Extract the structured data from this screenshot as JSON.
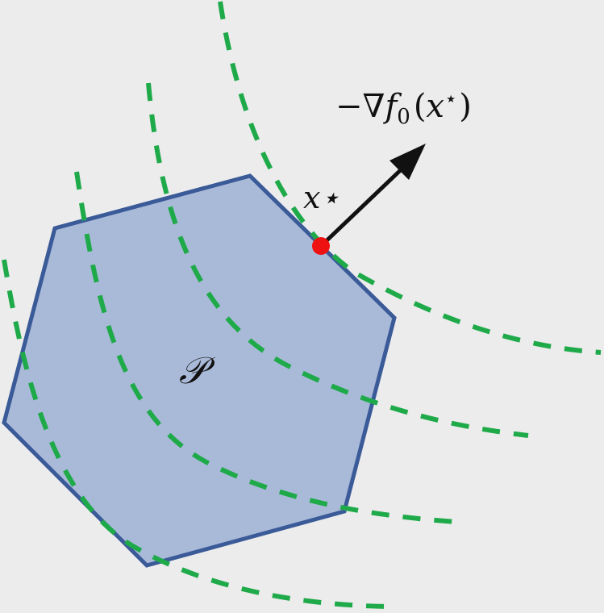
{
  "diagram": {
    "region_label": "𝒫",
    "point_label": "x⋆",
    "arrow_label": {
      "sign_nabla": "−∇",
      "f": "f",
      "subscript": "0",
      "open": "(",
      "x": "x",
      "star": "⋆",
      "close": ")"
    },
    "colors": {
      "background": "#ececec",
      "polygon_fill": "#a9bad9",
      "polygon_stroke": "#3a5a98",
      "level_curve": "#1faa4a",
      "optimal_point": "#ee1111",
      "arrow": "#111111"
    },
    "level_curve_count": 4
  }
}
